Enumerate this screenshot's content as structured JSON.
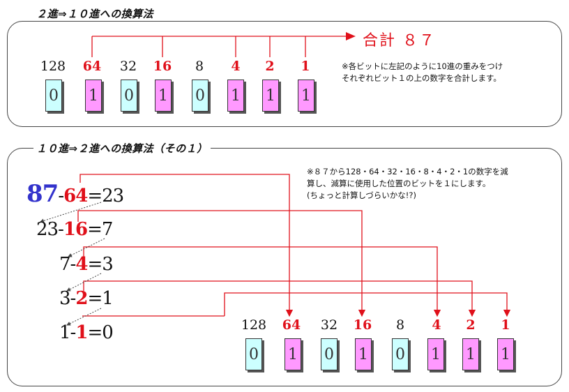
{
  "section1": {
    "title": "２進⇒１０進への換算法",
    "weights": [
      "128",
      "64",
      "32",
      "16",
      "8",
      "4",
      "2",
      "1"
    ],
    "bits": [
      "0",
      "1",
      "0",
      "1",
      "0",
      "1",
      "1",
      "1"
    ],
    "sum_label": "合計 ８７",
    "note_line1": "※各ビットに左記のように10進の重みをつけ",
    "note_line2": "それぞれビット１の上の数字を合計します。"
  },
  "section2": {
    "title": "１０進⇒２進への換算法（その１）",
    "note_line1": "※８７から128・64・32・16・8・4・2・1の数字を減",
    "note_line2": "算し、減算に使用した位置のビットを１にします。",
    "note_line3": "(ちょっと計算しづらいかな!?)",
    "steps": [
      {
        "start": "87",
        "minus": "-",
        "sub": "64",
        "result": "=23"
      },
      {
        "start": "23",
        "minus": "-",
        "sub": "16",
        "result": "=7"
      },
      {
        "start": "7",
        "minus": "-",
        "sub": "4",
        "result": "=3"
      },
      {
        "start": "3",
        "minus": "-",
        "sub": "2",
        "result": "=1"
      },
      {
        "start": "1",
        "minus": "-",
        "sub": "1",
        "result": "=0"
      }
    ],
    "weights": [
      "128",
      "64",
      "32",
      "16",
      "8",
      "4",
      "2",
      "1"
    ],
    "bits": [
      "0",
      "1",
      "0",
      "1",
      "0",
      "1",
      "1",
      "1"
    ]
  },
  "colors": {
    "highlight_red": "#e0101a",
    "start_blue": "#3333cc",
    "bit_zero": "#ccffff",
    "bit_one": "#ff99ff"
  }
}
